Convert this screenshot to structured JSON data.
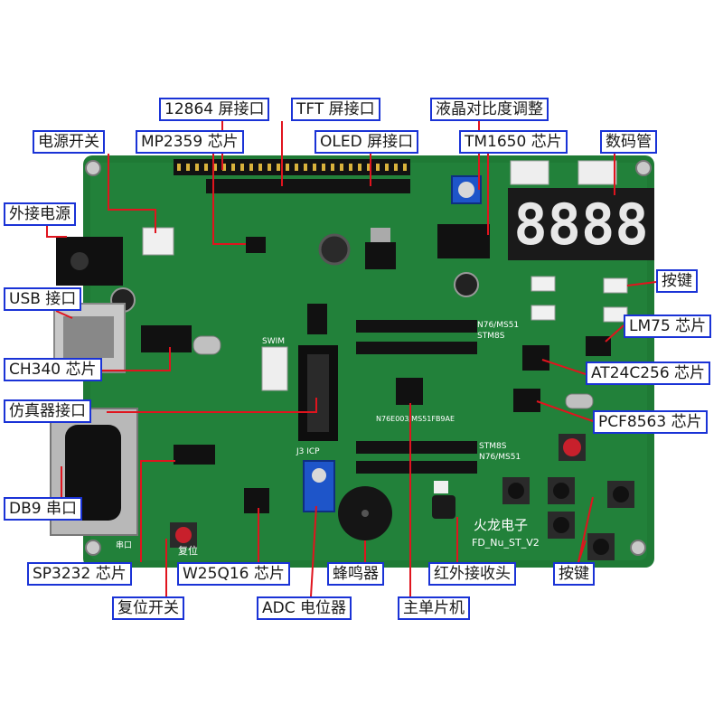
{
  "labels": {
    "lcd12864": "12864 屏接口",
    "tft": "TFT 屏接口",
    "contrast": "液晶对比度调整",
    "power_switch": "电源开关",
    "mp2359": "MP2359 芯片",
    "oled": "OLED 屏接口",
    "tm1650": "TM1650 芯片",
    "digit_tube": "数码管",
    "ext_power": "外接电源",
    "key_right": "按键",
    "usb": "USB 接口",
    "lm75": "LM75 芯片",
    "ch340": "CH340 芯片",
    "at24c256": "AT24C256 芯片",
    "emulator": "仿真器接口",
    "pcf8563": "PCF8563 芯片",
    "db9": "DB9 串口",
    "sp3232": "SP3232 芯片",
    "w25q16": "W25Q16 芯片",
    "buzzer": "蜂鸣器",
    "ir": "红外接收头",
    "key_bottom": "按键",
    "reset": "复位开关",
    "adc": "ADC 电位器",
    "mcu": "主单片机"
  },
  "board": {
    "model": "FD_Nu_ST_V2",
    "brand": "火龙电子",
    "digits": "8888",
    "mcu_part": "N76E003/MS51FB9AE",
    "header_label_a": "N76/MS51",
    "header_label_b": "STM8S",
    "reset_silk": "复位",
    "db9_silk": "串口",
    "icp_silk": "J3 ICP",
    "swim_silk": "SWIM"
  },
  "colors": {
    "pcb": "#1f7a35",
    "pcb_dark": "#165c27",
    "label_border": "#1a33d6",
    "callout": "#e0141e"
  }
}
